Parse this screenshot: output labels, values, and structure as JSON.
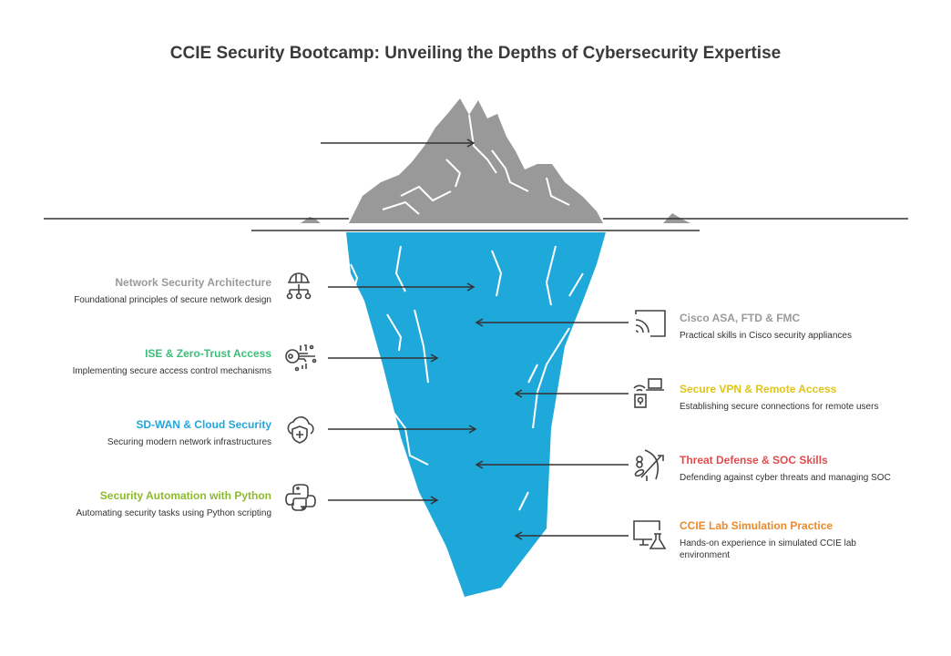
{
  "title": "CCIE Security Bootcamp: Unveiling the Depths of Cybersecurity Expertise",
  "colors": {
    "iceberg_top": "#999999",
    "iceberg_bottom": "#1fa9da",
    "line": "#333333"
  },
  "left_items": [
    {
      "title": "Network Security Architecture",
      "desc": "Foundational principles of secure network design",
      "color": "#9a9a9a",
      "icon": "network-helmet-icon"
    },
    {
      "title": "ISE & Zero-Trust Access",
      "desc": "Implementing secure access control mechanisms",
      "color": "#3cbf7a",
      "icon": "digital-key-icon"
    },
    {
      "title": "SD-WAN & Cloud Security",
      "desc": "Securing modern network infrastructures",
      "color": "#22a6dc",
      "icon": "cloud-shield-icon"
    },
    {
      "title": "Security Automation with Python",
      "desc": "Automating security tasks using Python scripting",
      "color": "#8dbb2e",
      "icon": "python-icon"
    }
  ],
  "right_items": [
    {
      "title": "Cisco ASA, FTD & FMC",
      "desc": "Practical skills in Cisco security appliances",
      "color": "#9a9a9a",
      "icon": "cast-screen-icon"
    },
    {
      "title": "Secure VPN & Remote Access",
      "desc": "Establishing secure connections for remote users",
      "color": "#e0c419",
      "icon": "remote-lock-icon"
    },
    {
      "title": "Threat Defense & SOC Skills",
      "desc": "Defending against cyber threats and managing SOC",
      "color": "#e24b4b",
      "icon": "bow-arrow-icon"
    },
    {
      "title": "CCIE Lab Simulation Practice",
      "desc": "Hands-on experience in simulated CCIE lab environment",
      "color": "#ea8a2b",
      "icon": "monitor-flask-icon"
    }
  ]
}
